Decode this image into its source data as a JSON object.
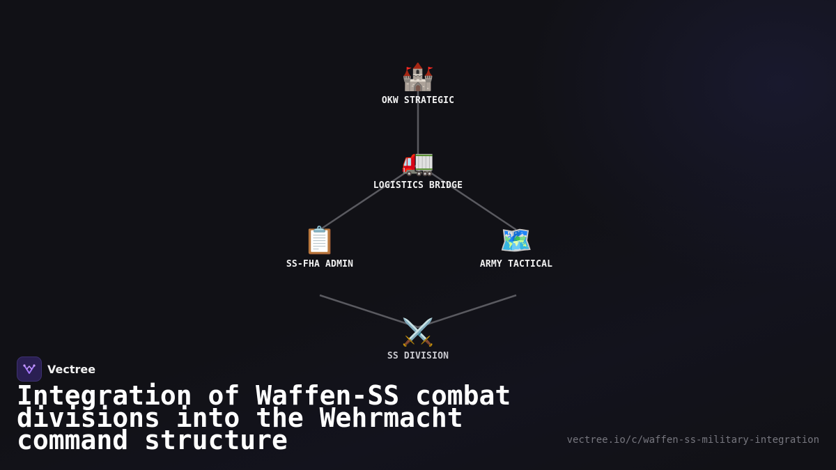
{
  "brand": {
    "name": "Vectree"
  },
  "title": "Integration of Waffen-SS combat divisions into the Wehrmacht command structure",
  "url": "vectree.io/c/waffen-ss-military-integration",
  "diagram": {
    "nodes": [
      {
        "id": "okw",
        "icon": "castle-icon",
        "glyph": "🏰",
        "label": "OKW STRATEGIC"
      },
      {
        "id": "logistics",
        "icon": "truck-icon",
        "glyph": "🚛",
        "label": "LOGISTICS BRIDGE"
      },
      {
        "id": "ssfha",
        "icon": "clipboard-icon",
        "glyph": "📋",
        "label": "SS-FHA ADMIN"
      },
      {
        "id": "army",
        "icon": "map-icon",
        "glyph": "🗺️",
        "label": "ARMY TACTICAL"
      },
      {
        "id": "ssdiv",
        "icon": "crossed-swords-icon",
        "glyph": "⚔️",
        "label": "SS DIVISION"
      }
    ],
    "edges": [
      [
        "okw",
        "logistics"
      ],
      [
        "logistics",
        "ssfha"
      ],
      [
        "logistics",
        "army"
      ],
      [
        "ssfha",
        "ssdiv"
      ],
      [
        "army",
        "ssdiv"
      ]
    ]
  }
}
